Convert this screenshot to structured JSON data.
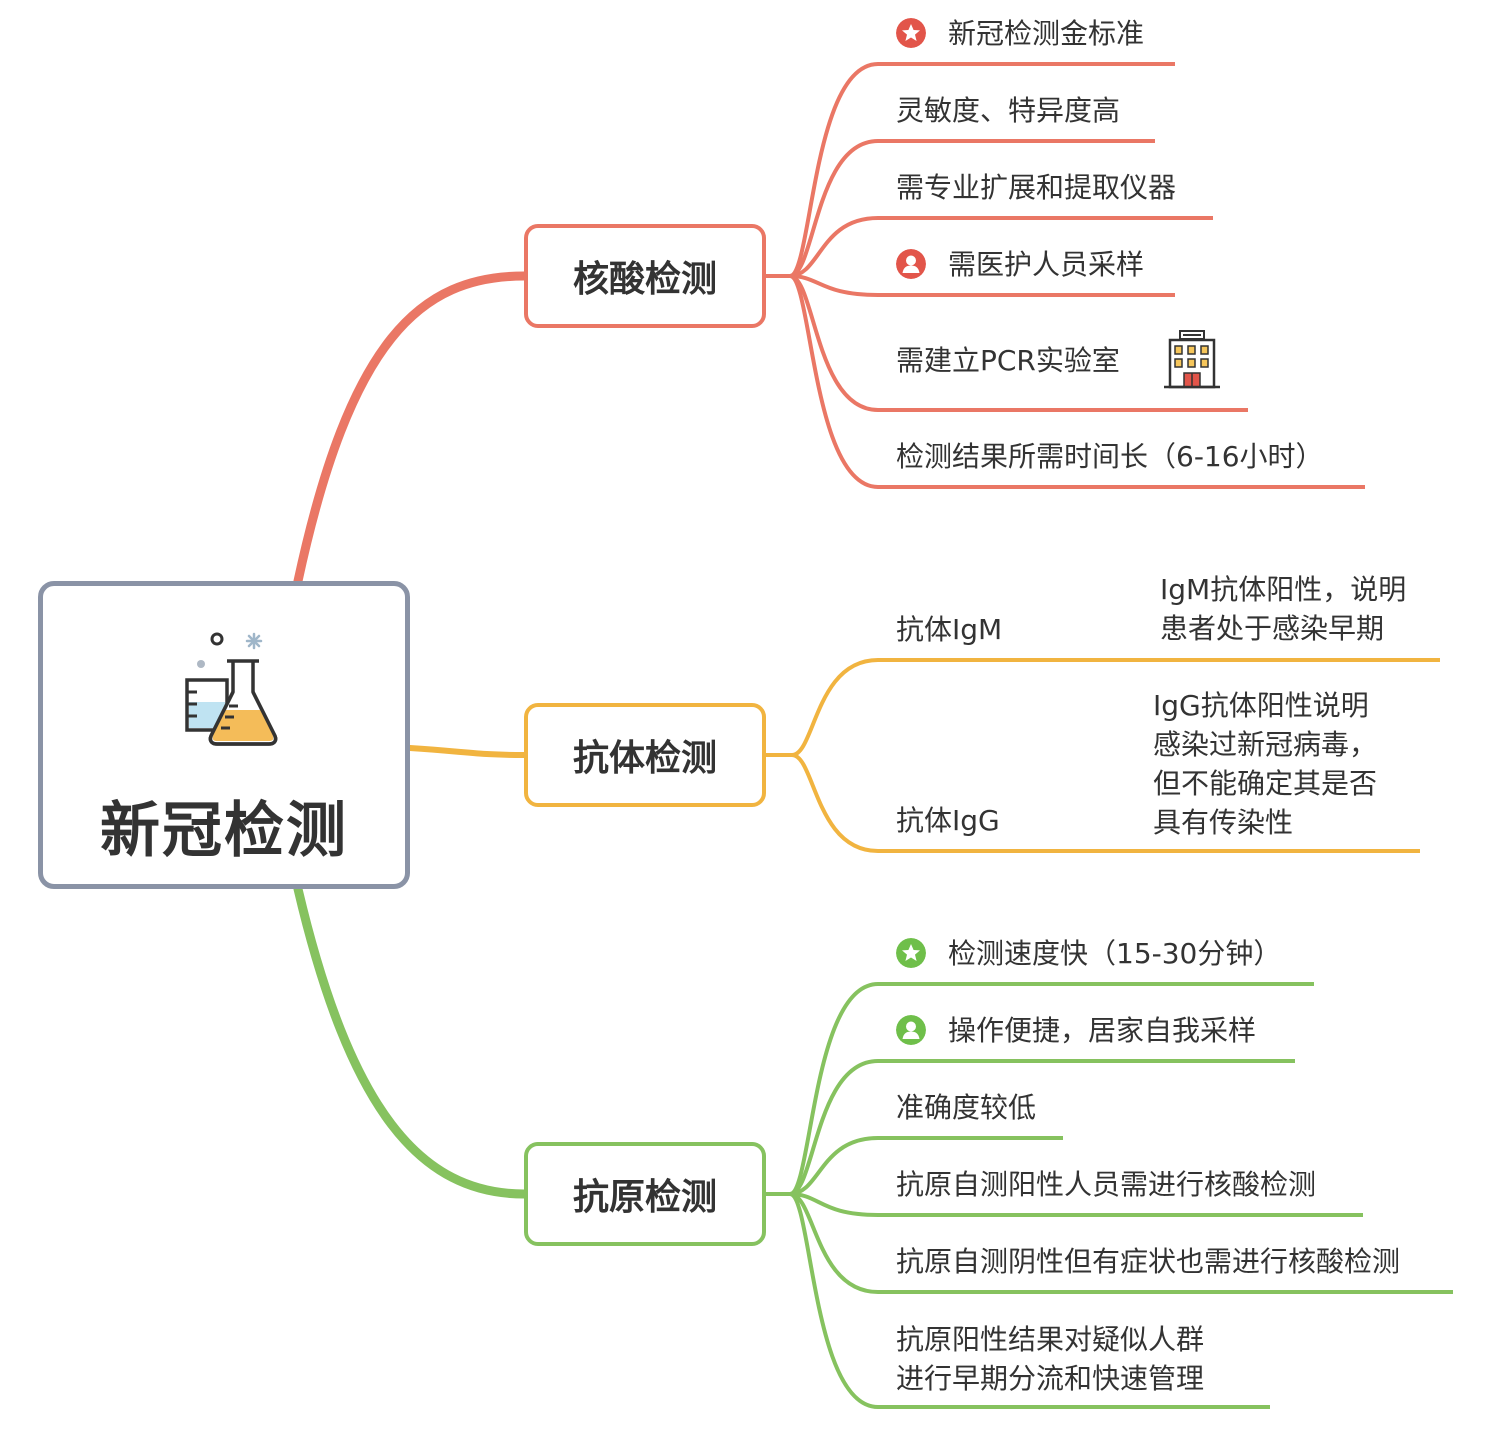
{
  "root": {
    "title": "新冠检测",
    "icon": "lab-flask-icon"
  },
  "colors": {
    "nucleic": "#ea7765",
    "antibody": "#f1b440",
    "antigen": "#86c25f",
    "root_border": "#8a93a6"
  },
  "branches": [
    {
      "label": "核酸检测",
      "items": [
        {
          "text": "新冠检测金标准",
          "icon": "star-badge-icon"
        },
        {
          "text": "灵敏度、特异度高"
        },
        {
          "text": "需专业扩展和提取仪器"
        },
        {
          "text": "需医护人员采样",
          "icon": "person-badge-icon"
        },
        {
          "text": "需建立PCR实验室",
          "icon": "hotel-building-icon"
        },
        {
          "text": "检测结果所需时间长（6-16小时）"
        }
      ]
    },
    {
      "label": "抗体检测",
      "items": [
        {
          "text": "抗体IgM",
          "detail": [
            "IgM抗体阳性，说明",
            "患者处于感染早期"
          ]
        },
        {
          "text": "抗体IgG",
          "detail": [
            "IgG抗体阳性说明",
            "感染过新冠病毒，",
            "但不能确定其是否",
            "具有传染性"
          ]
        }
      ]
    },
    {
      "label": "抗原检测",
      "items": [
        {
          "text": "检测速度快（15-30分钟）",
          "icon": "star-badge-icon"
        },
        {
          "text": "操作便捷，居家自我采样",
          "icon": "person-badge-icon"
        },
        {
          "text": "准确度较低"
        },
        {
          "text": "抗原自测阳性人员需进行核酸检测"
        },
        {
          "text": "抗原自测阴性但有症状也需进行核酸检测"
        },
        {
          "text": [
            "抗原阳性结果对疑似人群",
            "进行早期分流和快速管理"
          ]
        }
      ]
    }
  ]
}
